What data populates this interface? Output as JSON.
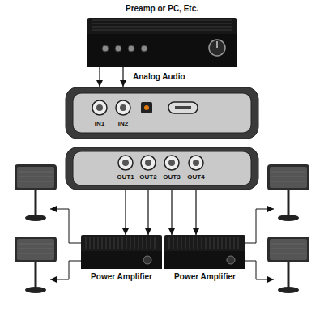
{
  "diagram": {
    "nodes": [
      {
        "text": [
          "Preamp or PC, Etc."
        ]
      },
      {
        "text": [
          "IN1",
          "IN2"
        ]
      },
      {
        "text": [
          "OUT1",
          "OUT2",
          "OUT3",
          "OUT4"
        ]
      },
      {
        "text": [
          "Power Amplifier"
        ]
      },
      {
        "text": [
          "Power Amplifier"
        ]
      }
    ],
    "edges": [
      {
        "from": 0,
        "to": 1,
        "arrow": "to"
      },
      {
        "from": 0,
        "to": 1,
        "arrow": "to"
      },
      {
        "from": 2,
        "to": 3,
        "arrow": "to"
      },
      {
        "from": 2,
        "to": 3,
        "arrow": "to"
      },
      {
        "from": 2,
        "to": 4,
        "arrow": "to"
      },
      {
        "from": 2,
        "to": 4,
        "arrow": "to"
      }
    ],
    "labels": [
      "Analog Audio"
    ]
  }
}
